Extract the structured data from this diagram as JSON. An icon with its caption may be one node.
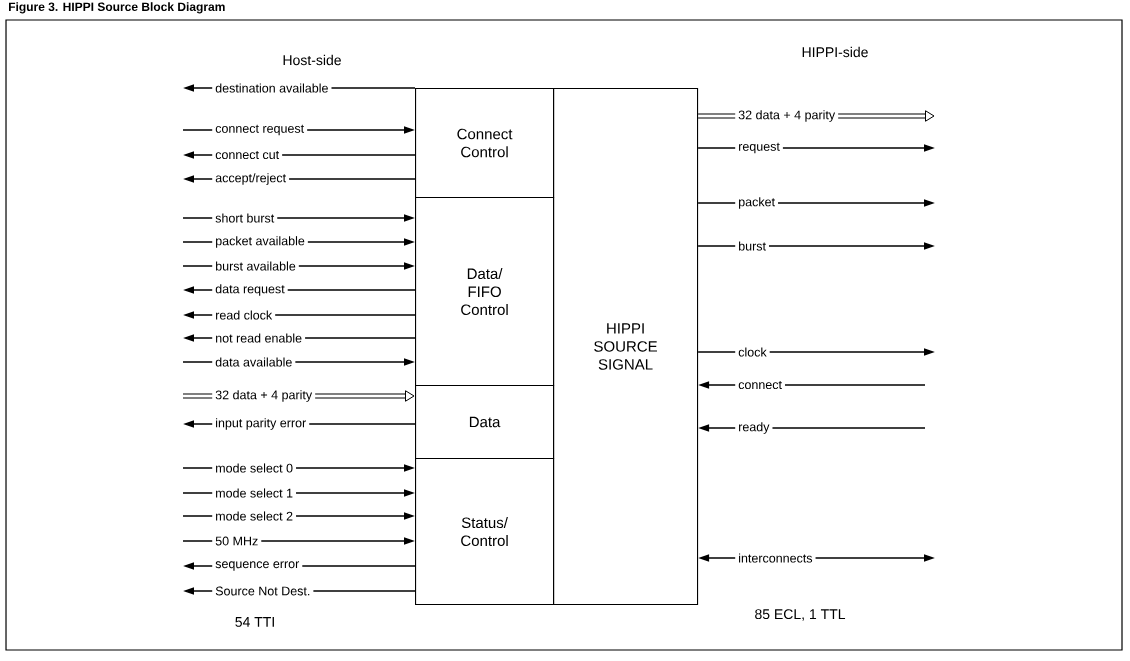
{
  "diagram": {
    "title": "Figure 3. HIPPI Source Block Diagram",
    "nodes": [
      {
        "text": [
          "Connect Control"
        ]
      },
      {
        "text": [
          "Data/ FIFO Control"
        ]
      },
      {
        "text": [
          "Data"
        ]
      },
      {
        "text": [
          "Status/ Control"
        ]
      },
      {
        "text": [
          "HIPPI SOURCE SIGNAL"
        ]
      }
    ],
    "edges": [
      {
        "from": 0,
        "to": null,
        "arrow": "to",
        "label": "destination available"
      },
      {
        "from": null,
        "to": 0,
        "arrow": "to",
        "label": "connect request"
      },
      {
        "from": 0,
        "to": null,
        "arrow": "to",
        "label": "connect cut"
      },
      {
        "from": 0,
        "to": null,
        "arrow": "to",
        "label": "accept/reject"
      },
      {
        "from": null,
        "to": 1,
        "arrow": "to",
        "label": "short burst"
      },
      {
        "from": null,
        "to": 1,
        "arrow": "to",
        "label": "packet available"
      },
      {
        "from": null,
        "to": 1,
        "arrow": "to",
        "label": "burst available"
      },
      {
        "from": 1,
        "to": null,
        "arrow": "to",
        "label": "data request"
      },
      {
        "from": 1,
        "to": null,
        "arrow": "to",
        "label": "read clock"
      },
      {
        "from": 1,
        "to": null,
        "arrow": "to",
        "label": "not read enable"
      },
      {
        "from": null,
        "to": 1,
        "arrow": "to",
        "label": "data available"
      },
      {
        "from": null,
        "to": 2,
        "arrow": "to",
        "label": "32 data + 4 parity",
        "style": "thick"
      },
      {
        "from": 2,
        "to": null,
        "arrow": "to",
        "label": "input parity error"
      },
      {
        "from": null,
        "to": 3,
        "arrow": "to",
        "label": "mode select 0"
      },
      {
        "from": null,
        "to": 3,
        "arrow": "to",
        "label": "mode select 1"
      },
      {
        "from": null,
        "to": 3,
        "arrow": "to",
        "label": "mode select 2"
      },
      {
        "from": null,
        "to": 3,
        "arrow": "to",
        "label": "50 MHz"
      },
      {
        "from": 3,
        "to": null,
        "arrow": "to",
        "label": "sequence error"
      },
      {
        "from": 3,
        "to": null,
        "arrow": "to",
        "label": "Source Not Dest."
      },
      {
        "from": 4,
        "to": null,
        "arrow": "to",
        "label": "32 data + 4 parity",
        "style": "thick"
      },
      {
        "from": 4,
        "to": null,
        "arrow": "to",
        "label": "request"
      },
      {
        "from": 4,
        "to": null,
        "arrow": "to",
        "label": "packet"
      },
      {
        "from": 4,
        "to": null,
        "arrow": "to",
        "label": "burst"
      },
      {
        "from": 4,
        "to": null,
        "arrow": "to",
        "label": "clock"
      },
      {
        "from": null,
        "to": 4,
        "arrow": "to",
        "label": "connect"
      },
      {
        "from": null,
        "to": 4,
        "arrow": "to",
        "label": "ready"
      },
      {
        "from": 4,
        "to": null,
        "arrow": "both",
        "label": "interconnects"
      }
    ],
    "labels": [
      "Host-side",
      "HIPPI-side",
      "54 TTI",
      "85 ECL, 1 TTL"
    ]
  }
}
